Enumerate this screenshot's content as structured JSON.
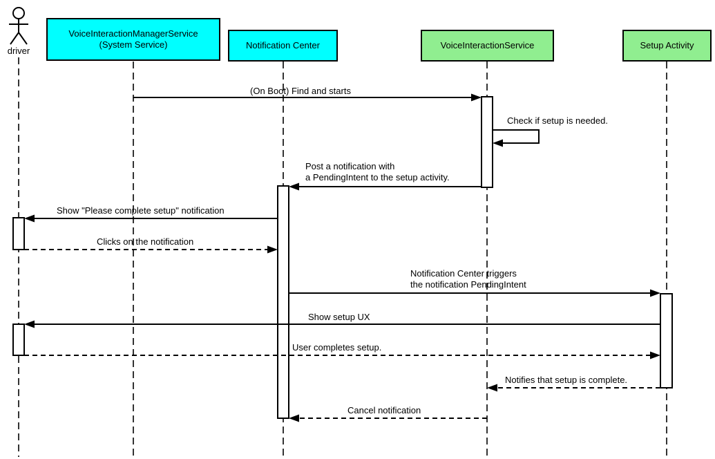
{
  "participants": [
    {
      "id": "driver",
      "label": "driver",
      "kind": "actor"
    },
    {
      "id": "voice-interaction-manager-service",
      "label": "VoiceInteractionManagerService\n(System Service)",
      "kind": "participant",
      "fill": "#00FFFF"
    },
    {
      "id": "notification-center",
      "label": "Notification Center",
      "kind": "participant",
      "fill": "#00FFFF"
    },
    {
      "id": "voice-interaction-service",
      "label": "VoiceInteractionService",
      "kind": "participant",
      "fill": "#90EE90"
    },
    {
      "id": "setup-activity",
      "label": "Setup Activity",
      "kind": "participant",
      "fill": "#90EE90"
    }
  ],
  "messages": [
    {
      "label": "(On Boot) Find and starts",
      "from": "VoiceInteractionManagerService (System Service)",
      "to": "VoiceInteractionService",
      "line": "solid"
    },
    {
      "label": "Check if setup is needed.",
      "from": "VoiceInteractionService",
      "to": "VoiceInteractionService",
      "line": "solid",
      "self_message": true
    },
    {
      "label": "Post a notification with\na PendingIntent to the setup activity.",
      "from": "VoiceInteractionService",
      "to": "Notification Center",
      "line": "solid"
    },
    {
      "label": "Show \"Please complete setup\" notification",
      "from": "Notification Center",
      "to": "driver",
      "line": "solid"
    },
    {
      "label": "Clicks on the notification",
      "from": "driver",
      "to": "Notification Center",
      "line": "dashed"
    },
    {
      "label": "Notification Center triggers\nthe notification PendingIntent",
      "from": "Notification Center",
      "to": "Setup Activity",
      "line": "solid"
    },
    {
      "label": "Show setup UX",
      "from": "Setup Activity",
      "to": "driver",
      "line": "solid"
    },
    {
      "label": "User completes setup.",
      "from": "driver",
      "to": "Setup Activity",
      "line": "dashed"
    },
    {
      "label": "Notifies that setup is complete.",
      "from": "Setup Activity",
      "to": "VoiceInteractionService",
      "line": "dashed"
    },
    {
      "label": "Cancel notification",
      "from": "VoiceInteractionService",
      "to": "Notification Center",
      "line": "dashed"
    }
  ],
  "colors": {
    "system_participant_fill": "#00FFFF",
    "app_participant_fill": "#90EE90",
    "activation_fill": "#FFFFFF",
    "line": "#000000",
    "background": "#FFFFFF"
  }
}
